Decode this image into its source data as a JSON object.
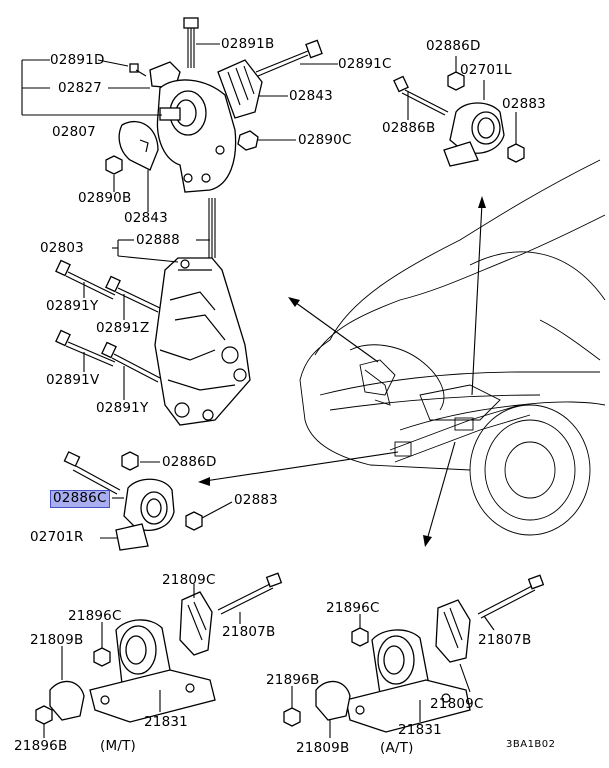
{
  "labels": {
    "top_02891D": "02891D",
    "top_02891B": "02891B",
    "top_02891C": "02891C",
    "top_02827": "02827",
    "top_02843a": "02843",
    "top_02807": "02807",
    "top_02890C": "02890C",
    "top_02890B": "02890B",
    "top_02843b": "02843",
    "r_02886D": "02886D",
    "r_02701L": "02701L",
    "r_02883": "02883",
    "r_02886B": "02886B",
    "m_02803": "02803",
    "m_02888": "02888",
    "m_02891Y_a": "02891Y",
    "m_02891Z": "02891Z",
    "m_02891V": "02891V",
    "m_02891Y_b": "02891Y",
    "l_02886D": "02886D",
    "l_02886C": "02886C",
    "l_02883": "02883",
    "l_02701R": "02701R",
    "b_21809C_a": "21809C",
    "b_21896C_a": "21896C",
    "b_21807B_a": "21807B",
    "b_21809B_a": "21809B",
    "b_21831_a": "21831",
    "b_21896B_a": "21896B",
    "b_mt": "(M/T)",
    "b_21896C_b": "21896C",
    "b_21807B_b": "21807B",
    "b_21896B_b": "21896B",
    "b_21809C_b": "21809C",
    "b_21831_b": "21831",
    "b_21809B_b": "21809B",
    "b_at": "(A/T)",
    "code": "3BA1B02"
  },
  "highlight": {
    "part": "02886C",
    "color": "#a9aef0",
    "border": "#4750c8"
  }
}
